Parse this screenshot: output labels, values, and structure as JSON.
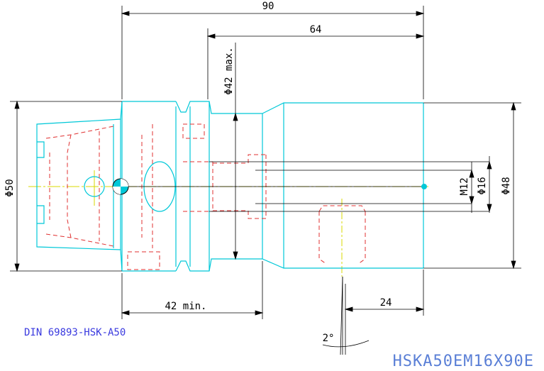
{
  "dimensions": {
    "overall_length": "90",
    "shank_length": "64",
    "flange_dia_max": "Φ42 max.",
    "hsk_dia": "Φ50",
    "body_dia": "Φ48",
    "bore_dia": "Φ16",
    "thread": "M12",
    "clamp_length_min": "42 min.",
    "screw_offset": "24",
    "angle": "2°"
  },
  "standard": "DIN 69893-HSK-A50",
  "part_number": "HSKA50EM16X90E",
  "colors": {
    "outline": "#00c8d8",
    "hidden": "#e03030",
    "centerline": "#d8d800",
    "dimension": "#000000",
    "standard_text": "#3a3adf",
    "part_number_text": "#5a7fd6"
  }
}
